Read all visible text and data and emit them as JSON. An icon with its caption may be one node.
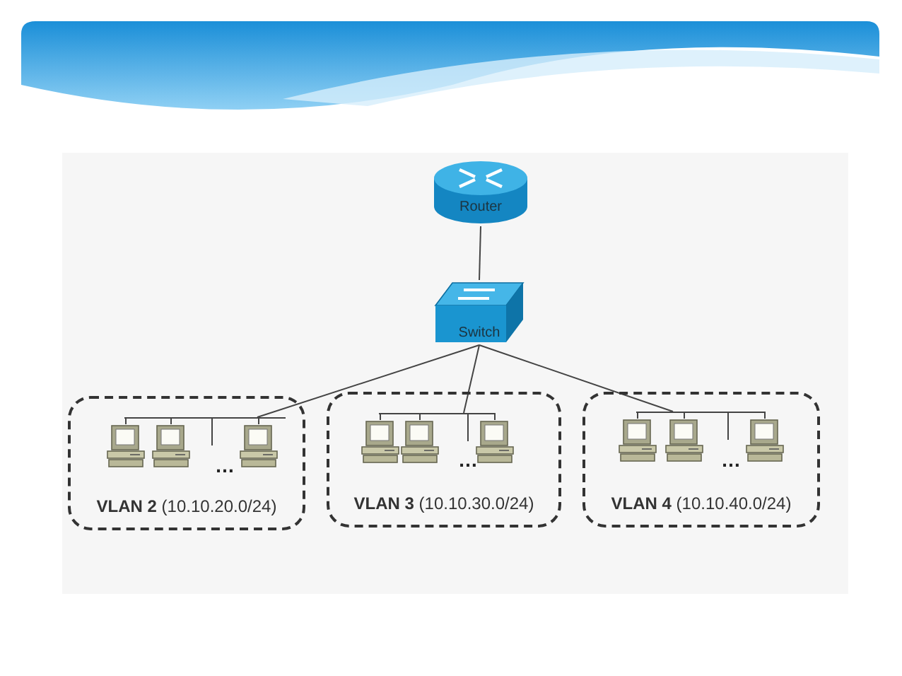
{
  "diagram": {
    "nodes": [
      {
        "text": [
          "Router"
        ]
      },
      {
        "text": [
          "Switch"
        ]
      },
      {
        "text": [
          "**VLAN 2** (10.10.20.0/24)"
        ]
      },
      {
        "text": [],
        "shape": "bar",
        "in": 2
      },
      {
        "text": [],
        "shape": "computer",
        "in": 2
      },
      {
        "text": [],
        "shape": "computer",
        "in": 2
      },
      {
        "text": [],
        "shape": "computer",
        "in": 2
      },
      {
        "text": [
          "**VLAN 3** (10.10.30.0/24)"
        ]
      },
      {
        "text": [],
        "shape": "bar",
        "in": 7
      },
      {
        "text": [],
        "shape": "computer",
        "in": 7
      },
      {
        "text": [],
        "shape": "computer",
        "in": 7
      },
      {
        "text": [],
        "shape": "computer",
        "in": 7
      },
      {
        "text": [
          "**VLAN 4** (10.10.40.0/24)"
        ]
      },
      {
        "text": [],
        "shape": "bar",
        "in": 12
      },
      {
        "text": [],
        "shape": "computer",
        "in": 12
      },
      {
        "text": [],
        "shape": "computer",
        "in": 12
      },
      {
        "text": [],
        "shape": "computer",
        "in": 12
      }
    ],
    "edges": [
      {
        "from": 0,
        "to": 1,
        "arrow": "none"
      },
      {
        "from": 1,
        "to": 3,
        "arrow": "none"
      },
      {
        "from": 1,
        "to": 8,
        "arrow": "none"
      },
      {
        "from": 1,
        "to": 13,
        "arrow": "none"
      },
      {
        "from": 3,
        "to": 4,
        "arrow": "none"
      },
      {
        "from": 3,
        "to": 5,
        "arrow": "none"
      },
      {
        "from": 3,
        "to": 6,
        "arrow": "none"
      },
      {
        "from": 8,
        "to": 9,
        "arrow": "none"
      },
      {
        "from": 8,
        "to": 10,
        "arrow": "none"
      },
      {
        "from": 8,
        "to": 11,
        "arrow": "none"
      },
      {
        "from": 13,
        "to": 14,
        "arrow": "none"
      },
      {
        "from": 13,
        "to": 15,
        "arrow": "none"
      },
      {
        "from": 13,
        "to": 16,
        "arrow": "none"
      }
    ],
    "labels": [
      "…",
      "…",
      "…"
    ]
  }
}
